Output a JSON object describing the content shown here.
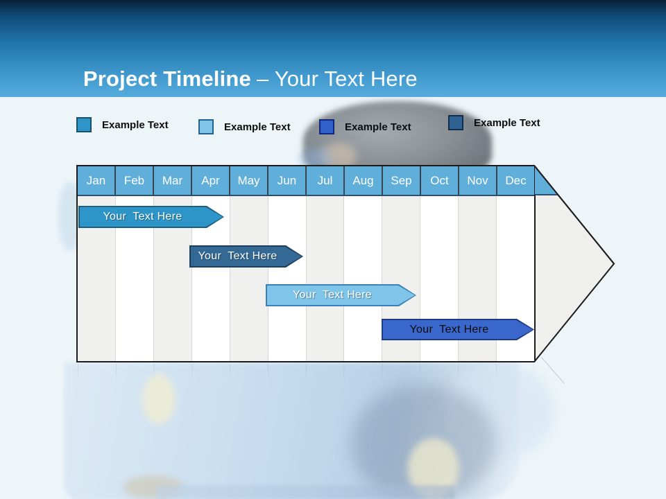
{
  "slide": {
    "title": {
      "bold": "Project Timeline",
      "regular": "– Your Text Here"
    }
  },
  "legend": {
    "items": [
      {
        "label": "Example Text",
        "color": "#3096C9",
        "border": "#17506B"
      },
      {
        "label": "Example Text",
        "color": "#7FC4E9",
        "border": "#27628F"
      },
      {
        "label": "Example Text",
        "color": "#3060C9",
        "border": "#13287A"
      },
      {
        "label": "Example Text",
        "color": "#2F6191",
        "border": "#122E4C"
      }
    ]
  },
  "timeline": {
    "months": [
      "Jan",
      "Feb",
      "Mar",
      "Apr",
      "May",
      "Jun",
      "Jul",
      "Aug",
      "Sep",
      "Oct",
      "Nov",
      "Dec"
    ],
    "header_color": "#60AEDA",
    "arrowhead": {
      "fill": "#EFEFEE",
      "stroke": "#1B1B1B"
    },
    "bars": [
      {
        "label": "Your  Text Here",
        "start_month": "Jan",
        "end_month": "Apr",
        "fill": "#2D95C8",
        "stroke": "#1E5F80",
        "text_color": "#FFFFFF"
      },
      {
        "label": "Your  Text Here",
        "start_month": "Apr",
        "end_month": "Jun",
        "fill": "#336994",
        "stroke": "#1E3E5C",
        "text_color": "#FFFFFF"
      },
      {
        "label": "Your  Text Here",
        "start_month": "Jun",
        "end_month": "Sep",
        "fill": "#7FC4E9",
        "stroke": "#3D80B5",
        "text_color": "#FFFFFF"
      },
      {
        "label": "Your  Text Here",
        "start_month": "Sep",
        "end_month": "Dec",
        "fill": "#3A67CB",
        "stroke": "#1D3C85",
        "text_color": "#0B0B0B"
      }
    ]
  }
}
